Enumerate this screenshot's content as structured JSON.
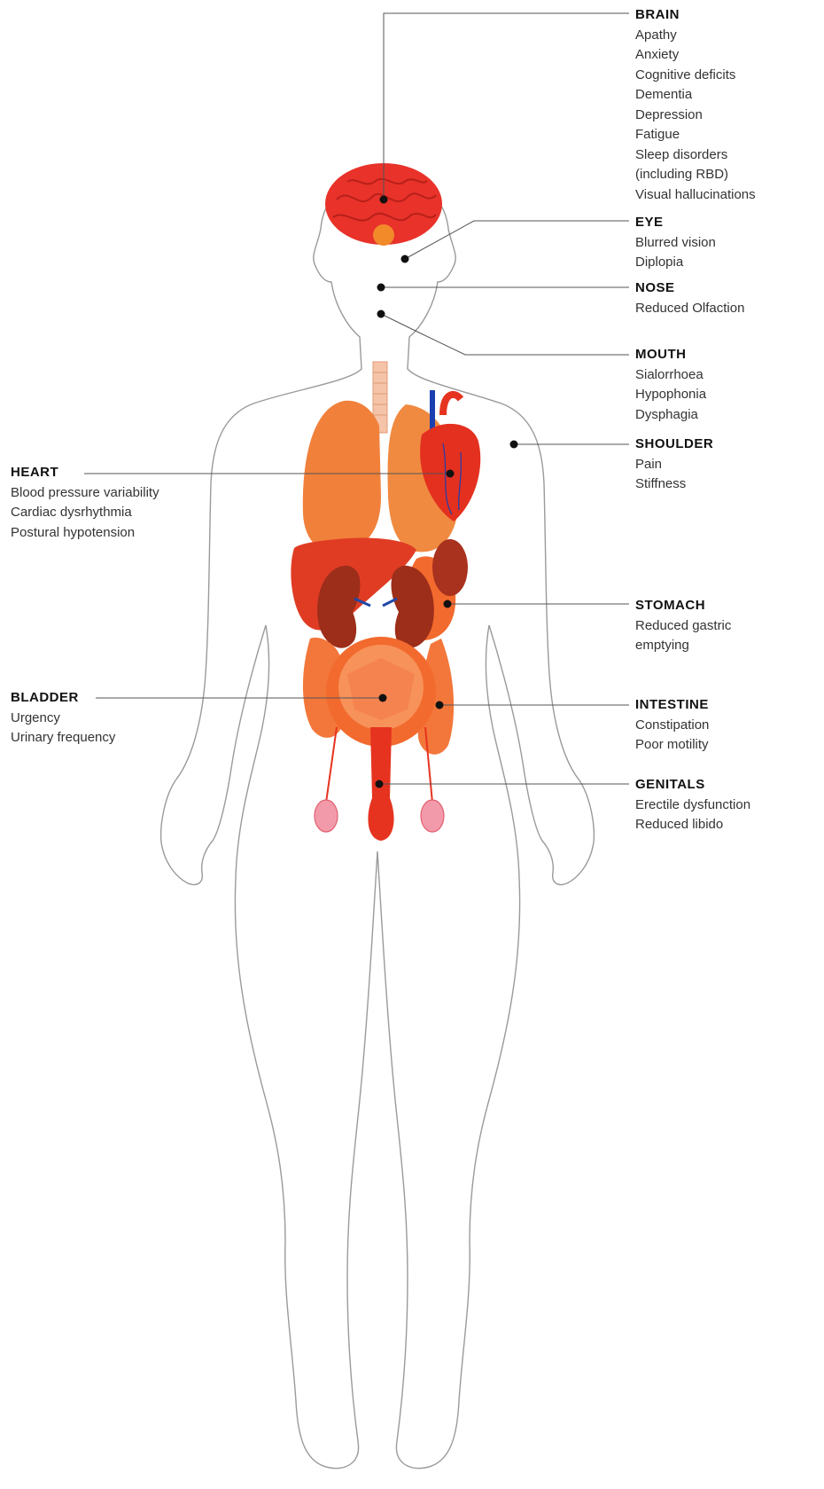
{
  "labels": {
    "brain": {
      "title": "BRAIN",
      "items": [
        "Apathy",
        "Anxiety",
        "Cognitive deficits",
        "Dementia",
        "Depression",
        "Fatigue",
        "Sleep disorders",
        "(including RBD)",
        "Visual hallucinations"
      ]
    },
    "eye": {
      "title": "EYE",
      "items": [
        "Blurred vision",
        "Diplopia"
      ]
    },
    "nose": {
      "title": "NOSE",
      "items": [
        "Reduced Olfaction"
      ]
    },
    "mouth": {
      "title": "MOUTH",
      "items": [
        "Sialorrhoea",
        "Hypophonia",
        "Dysphagia"
      ]
    },
    "shoulder": {
      "title": "SHOULDER",
      "items": [
        "Pain",
        "Stiffness"
      ]
    },
    "heart": {
      "title": "HEART",
      "items": [
        "Blood pressure variability",
        "Cardiac dysrhythmia",
        "Postural hypotension"
      ]
    },
    "stomach": {
      "title": "STOMACH",
      "items": [
        "Reduced gastric",
        "emptying"
      ]
    },
    "bladder": {
      "title": "BLADDER",
      "items": [
        "Urgency",
        "Urinary frequency"
      ]
    },
    "intestine": {
      "title": "INTESTINE",
      "items": [
        "Constipation",
        "Poor motility"
      ]
    },
    "genitals": {
      "title": "GENITALS",
      "items": [
        "Erectile dysfunction",
        "Reduced libido"
      ]
    }
  },
  "colors": {
    "outline": "#9a9a9a",
    "leader": "#555555",
    "dot": "#111111",
    "brain": "#e8322a",
    "lung": "#f0803a",
    "liver": "#e03c24",
    "kidney": "#9c2e1a",
    "heart": "#e4301f",
    "organ": "#f26a2e"
  }
}
